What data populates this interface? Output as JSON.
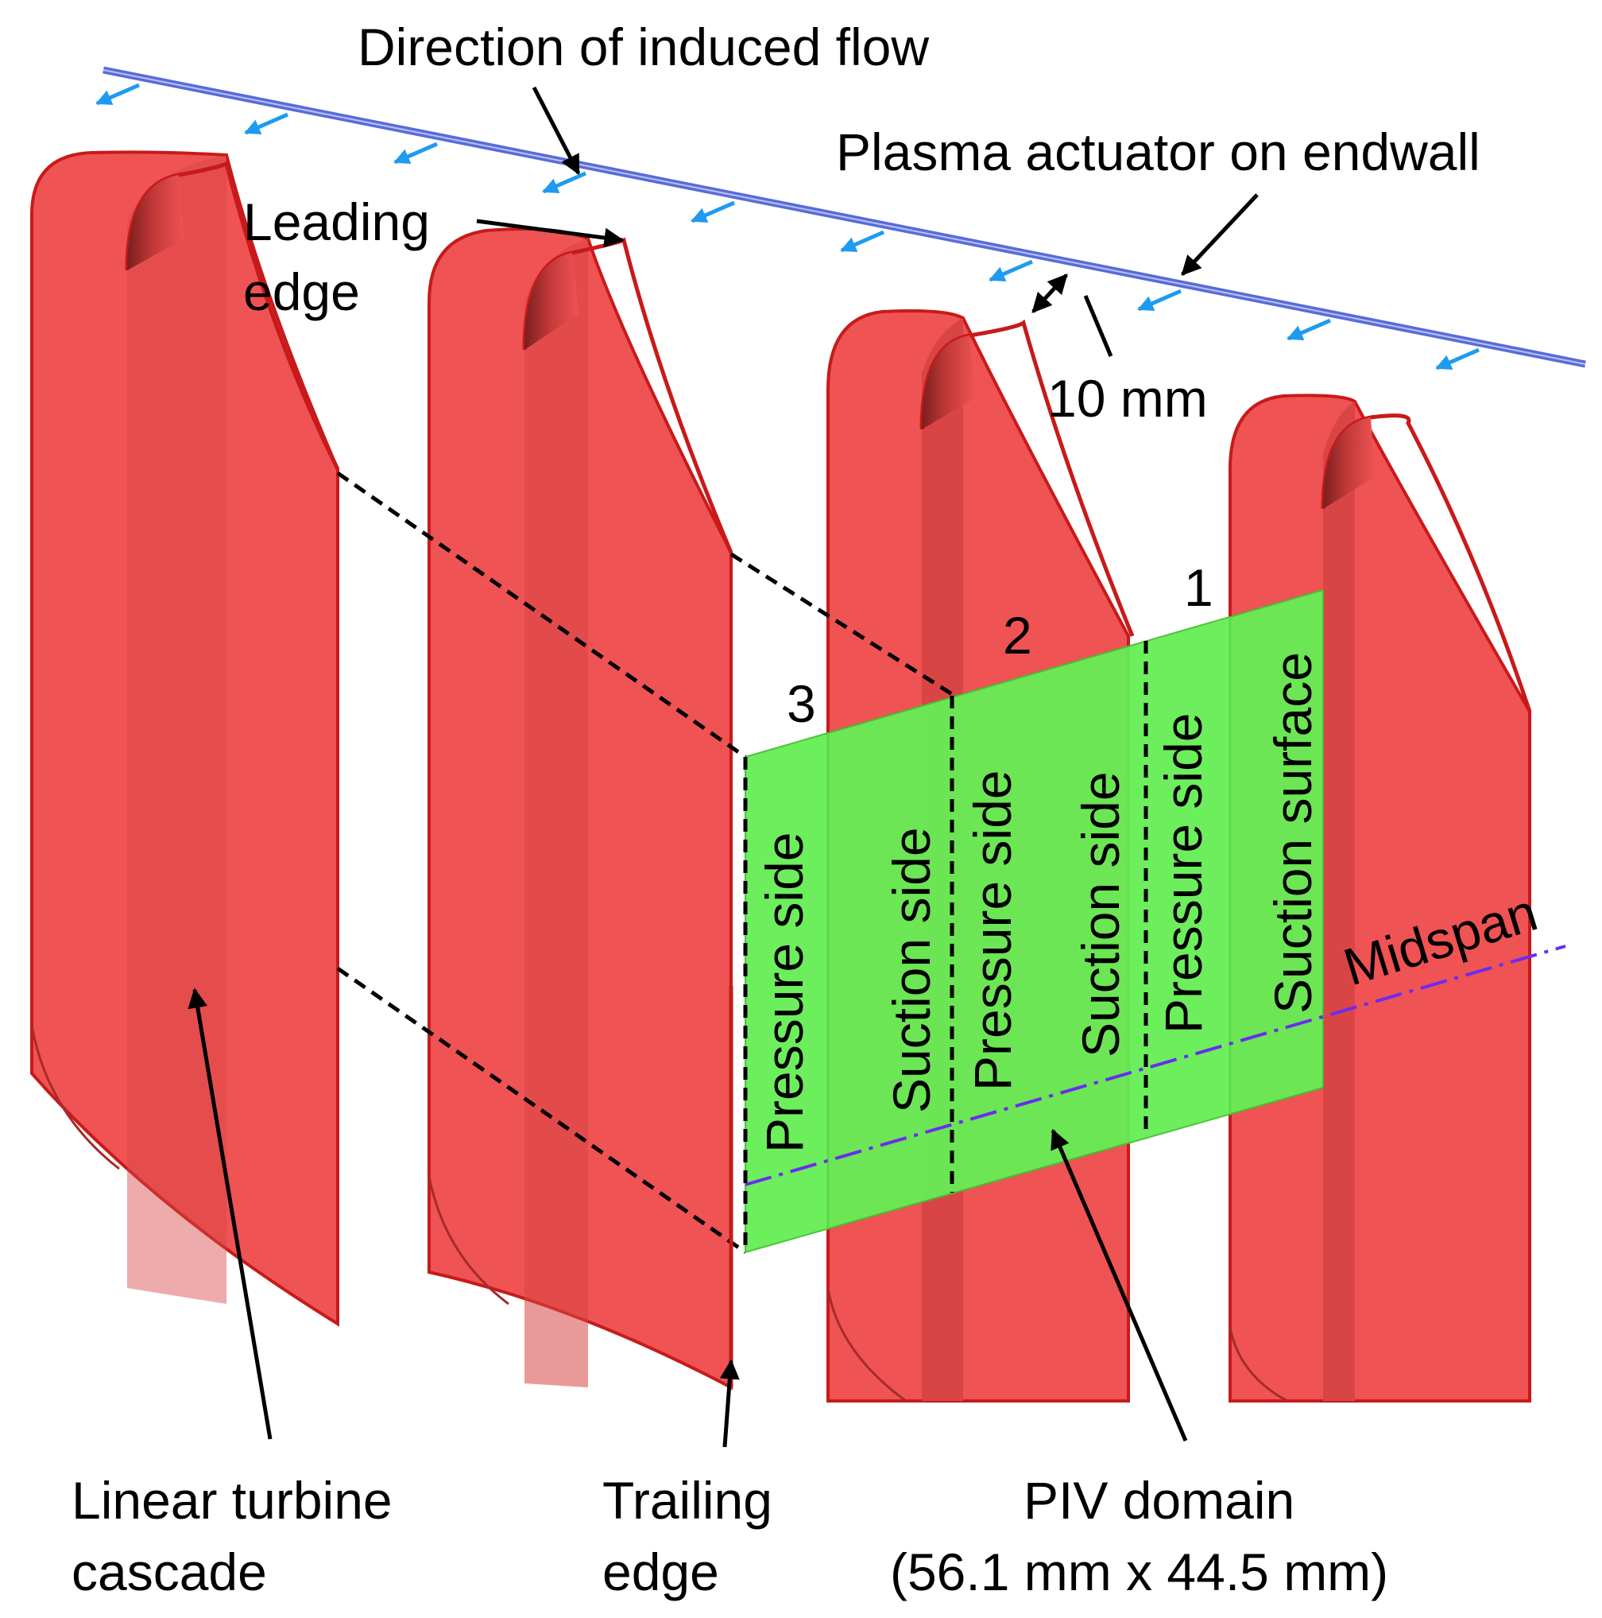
{
  "labels": {
    "induced_flow": "Direction of induced flow",
    "plasma_actuator": "Plasma actuator on endwall",
    "leading_edge_1": "Leading",
    "leading_edge_2": "edge",
    "gap": "10 mm",
    "passage_1": "1",
    "passage_2": "2",
    "passage_3": "3",
    "strip_1": "Pressure side",
    "strip_2": "Suction side",
    "strip_3": "Pressure side",
    "strip_4": "Suction side",
    "strip_5": "Pressure side",
    "strip_6": "Suction surface",
    "midspan": "Midspan",
    "cascade_1": "Linear turbine",
    "cascade_2": "cascade",
    "trailing_1": "Trailing",
    "trailing_2": "edge",
    "piv_1": "PIV domain",
    "piv_2": "(56.1 mm x 44.5 mm)"
  },
  "colors": {
    "blade_fill": "#ef5353",
    "blade_edge": "#c81a1a",
    "blade_shadow": "#a82a2a",
    "piv_fill": "#66ee55",
    "actuator": "#5a6bd8",
    "flow_arrow": "#1e9bf0",
    "midspan_line": "#6a2cf0",
    "text": "#000000"
  }
}
